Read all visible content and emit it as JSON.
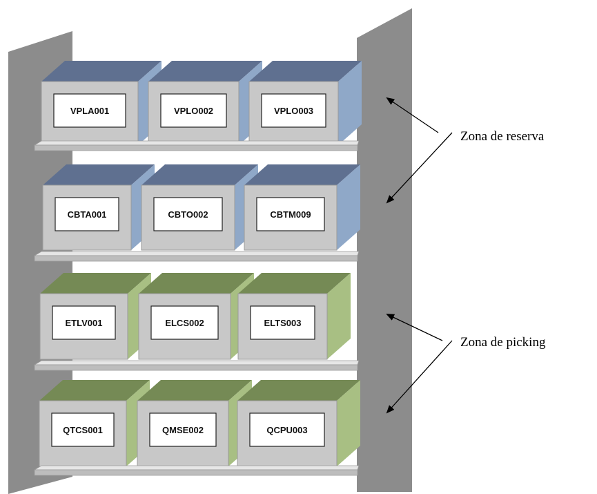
{
  "colors": {
    "wall_front": "#8c8c8c",
    "wall_side": "#b3b3b3",
    "shelf_top": "#e6e6e6",
    "shelf_front": "#bdbdbd",
    "box_front": "#c8c8c8",
    "reserve_top": "#5f7090",
    "reserve_side": "#8fa8c8",
    "picking_top": "#758a55",
    "picking_side": "#a8bf83"
  },
  "zones": [
    {
      "id": "reserva",
      "label": "Zona de reserva"
    },
    {
      "id": "picking",
      "label": "Zona de picking"
    }
  ],
  "shelves": [
    {
      "zone": "reserva",
      "boxes": [
        "VPLA001",
        "VPLO002",
        "VPLO003"
      ]
    },
    {
      "zone": "reserva",
      "boxes": [
        "CBTA001",
        "CBTO002",
        "CBTM009"
      ]
    },
    {
      "zone": "picking",
      "boxes": [
        "ETLV001",
        "ELCS002",
        "ELTS003"
      ]
    },
    {
      "zone": "picking",
      "boxes": [
        "QTCS001",
        "QMSE002",
        "QCPU003"
      ]
    }
  ]
}
